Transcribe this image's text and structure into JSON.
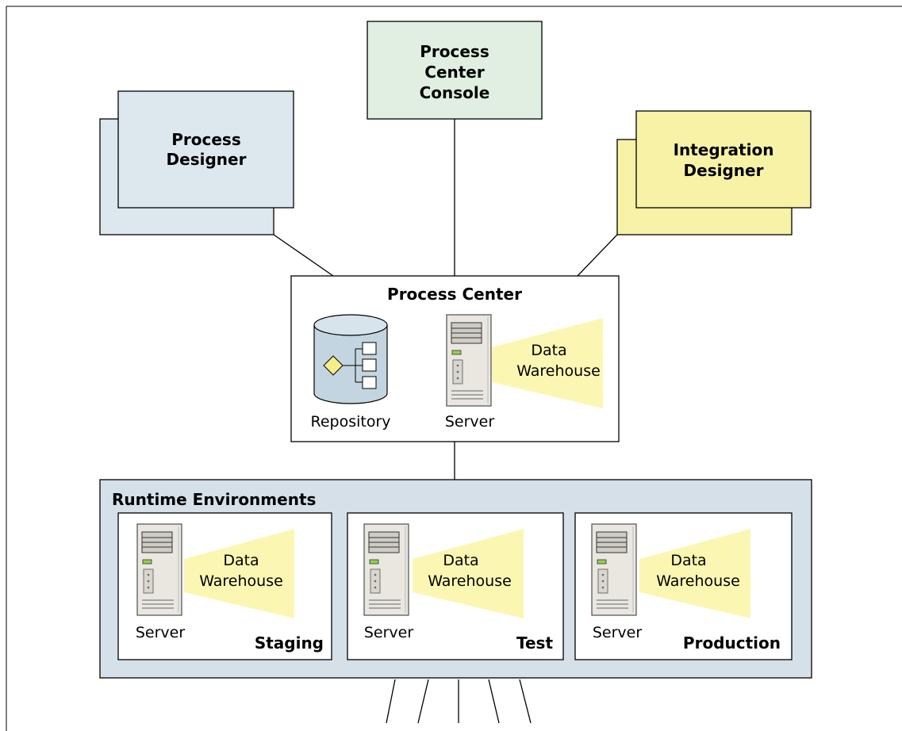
{
  "designers": {
    "process_designer": {
      "line1": "Process",
      "line2": "Designer"
    },
    "process_center_console": {
      "line1": "Process",
      "line2": "Center",
      "line3": "Console"
    },
    "integration_designer": {
      "line1": "Integration",
      "line2": "Designer"
    }
  },
  "process_center": {
    "title": "Process Center",
    "repository_label": "Repository",
    "server_label": "Server",
    "warehouse_line1": "Data",
    "warehouse_line2": "Warehouse"
  },
  "runtime": {
    "title": "Runtime Environments",
    "environments": [
      {
        "name": "Staging",
        "server_label": "Server",
        "warehouse_line1": "Data",
        "warehouse_line2": "Warehouse"
      },
      {
        "name": "Test",
        "server_label": "Server",
        "warehouse_line1": "Data",
        "warehouse_line2": "Warehouse"
      },
      {
        "name": "Production",
        "server_label": "Server",
        "warehouse_line1": "Data",
        "warehouse_line2": "Warehouse"
      }
    ]
  },
  "colors": {
    "process_designer_fill": "#dde7ee",
    "console_fill": "#e0efe2",
    "integration_fill": "#f7f2a6",
    "runtime_fill": "#d5e0e8",
    "warehouse_beam": "#fbf7b3",
    "repository_fill": "#c3d5e0"
  }
}
